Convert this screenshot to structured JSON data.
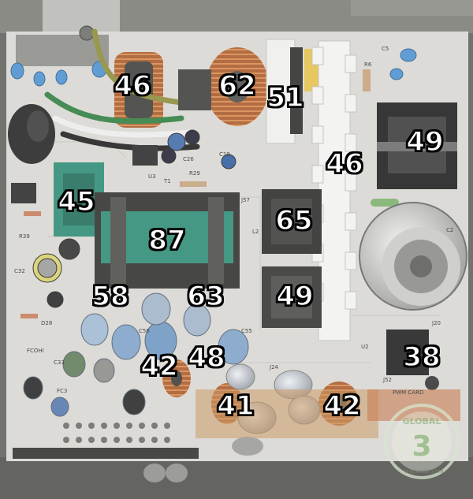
{
  "labels": {
    "t_46a": "46",
    "t_62": "62",
    "t_51": "51",
    "t_49a": "49",
    "t_46b": "46",
    "t_45": "45",
    "t_65": "65",
    "t_87": "87",
    "t_58": "58",
    "t_63": "63",
    "t_49b": "49",
    "t_38": "38",
    "t_48": "48",
    "t_42a": "42",
    "t_41": "41",
    "t_42b": "42"
  },
  "silkscreen": {
    "c19": "C19",
    "c26": "C26",
    "u3": "U3",
    "r29": "R29",
    "t1": "T1",
    "j57": "J57",
    "l2": "L2",
    "c32": "C32",
    "c33": "C33",
    "fc3": "FC3",
    "r39": "R39",
    "d28": "D28",
    "fcohi": "FCOHI",
    "c55": "C55",
    "c56": "C56",
    "j24": "J24",
    "j52": "J52",
    "c5": "C5",
    "j20": "J20",
    "u2": "U2",
    "r6": "R6",
    "c2": "C2",
    "pwm_card": "PWM CARD"
  },
  "watermark": {
    "brand": "GLOBAL",
    "logo": "3",
    "url": "www.ixbt.com"
  },
  "colors": {
    "board": "#d9d7d2",
    "chassis": "#5f5f5b",
    "heatsink": "#eeeeec",
    "transformer_green": "#2c8a73",
    "copper": "#b8652e",
    "cap_blue": "#7fa2c8",
    "label_fill": "#ffffff",
    "label_stroke": "#000000"
  }
}
